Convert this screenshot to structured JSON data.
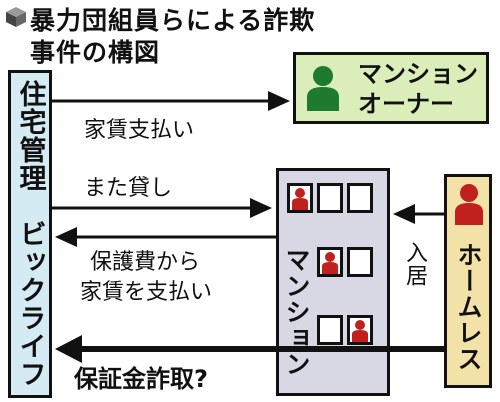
{
  "title": {
    "line1": "暴力団組員らによる詐欺",
    "line2": "事件の構図"
  },
  "nodes": {
    "company": "住宅管理　ビックライフ",
    "owner_line1": "マンション",
    "owner_line2": "オーナー",
    "mansion": "マンション",
    "homeless": "ホームレス"
  },
  "flows": {
    "rent_payment": "家賃支払い",
    "sublease": "また貸し",
    "protection_line1": "保護費から",
    "protection_line2": "家賃を支払い",
    "move_in": "入居",
    "deposit_fraud": "保証金詐取?"
  },
  "colors": {
    "company_bg": "#d5ebf3",
    "owner_bg": "#dbeeb9",
    "mansion_bg": "#d8d7e4",
    "homeless_bg": "#f2e2a8",
    "owner_icon": "#1e7a2c",
    "resident_icon": "#c0211e",
    "homeless_icon": "#c0211e"
  },
  "icons": [
    "cube-bullet-icon",
    "person-icon"
  ]
}
